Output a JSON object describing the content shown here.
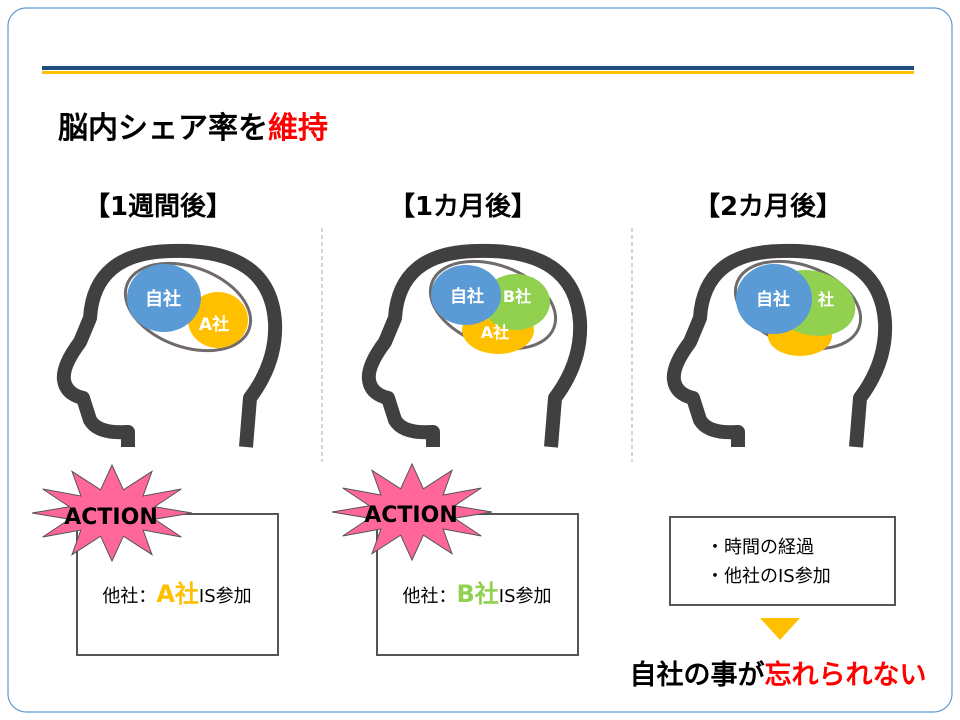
{
  "title": {
    "prefix": "脳内シェア率を",
    "highlight": "維持"
  },
  "panels": [
    {
      "heading": "【1週間後】",
      "self": "自社",
      "a": "A社",
      "b": "",
      "action": "ACTION",
      "box_prefix": "他社：",
      "box_company": "A社",
      "box_suffix": "IS参加"
    },
    {
      "heading": "【1カ月後】",
      "self": "自社",
      "a": "A社",
      "b": "B社",
      "action": "ACTION",
      "box_prefix": "他社：",
      "box_company": "B社",
      "box_suffix": "IS参加"
    },
    {
      "heading": "【2カ月後】",
      "self": "自社",
      "b": "社",
      "bullets": [
        "・時間の経過",
        "・他社のIS参加"
      ]
    }
  ],
  "conclusion": {
    "prefix": "自社の事が",
    "highlight": "忘れられない"
  },
  "colors": {
    "blue": "#5B9BD5",
    "yellow": "#FFC000",
    "green": "#92D050",
    "red": "#FF0000",
    "pink": "#FF6699",
    "head": "#404040"
  }
}
